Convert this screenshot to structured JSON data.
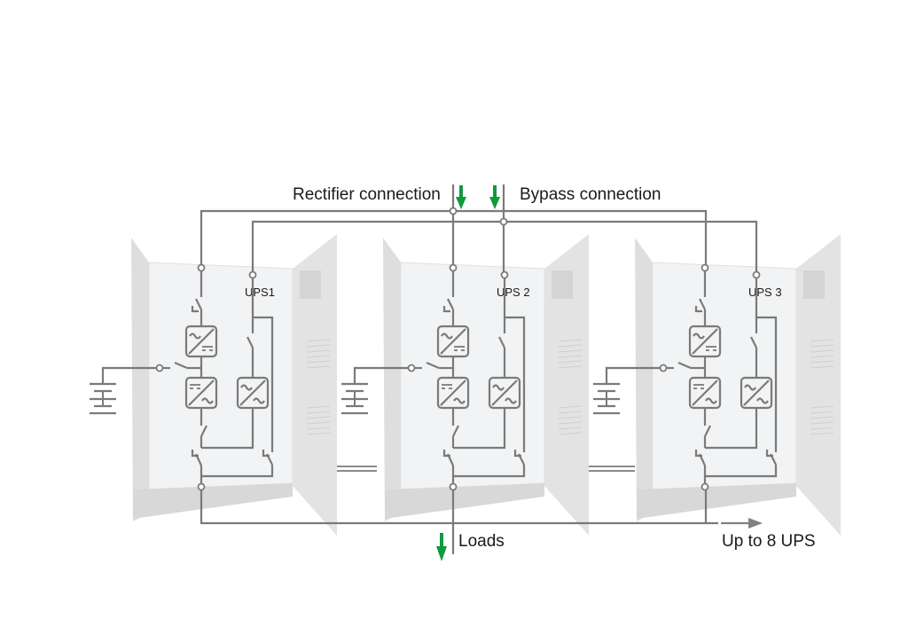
{
  "labels": {
    "rectifier_connection": "Rectifier connection",
    "bypass_connection": "Bypass connection",
    "loads": "Loads",
    "expand": "Up to 8 UPS"
  },
  "units": [
    {
      "label": "UPS1"
    },
    {
      "label": "UPS 2"
    },
    {
      "label": "UPS 3"
    }
  ],
  "colors": {
    "wire": "#7a7a7a",
    "arrow_green": "#0f9a3c",
    "arrow_gray": "#808080"
  },
  "icons": {
    "battery": "battery-icon",
    "rectifier": "ac-dc-converter-icon",
    "inverter": "dc-ac-converter-icon",
    "bypass": "static-bypass-icon",
    "switch": "switch-icon"
  }
}
